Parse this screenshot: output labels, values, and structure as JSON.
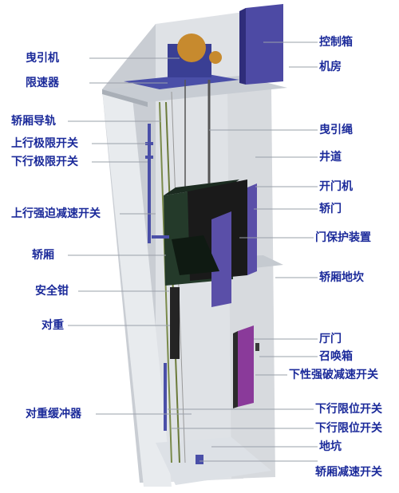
{
  "labels": {
    "traction_machine": "曳引机",
    "speed_governor": "限速器",
    "car_guide_rail": "轿厢导轨",
    "upper_final_limit_switch": "上行极限开关",
    "lower_final_limit_switch": "下行极限开关",
    "upper_forced_decel_switch": "上行强迫减速开关",
    "car": "轿厢",
    "safety_gear": "安全钳",
    "counterweight": "对重",
    "counterweight_buffer": "对重缓冲器",
    "control_cabinet": "控制箱",
    "machine_room": "机房",
    "traction_rope": "曳引绳",
    "hoistway": "井道",
    "door_operator": "开门机",
    "car_door": "轿门",
    "door_protection_device": "门保护装置",
    "car_sill": "轿厢地坎",
    "landing_door": "厅门",
    "call_box": "召唤箱",
    "lower_forced_decel_switch": "下性强破减速开关",
    "lower_limit_switch_1": "下行限位开关",
    "lower_limit_switch_2": "下行限位开关",
    "pit": "地坑",
    "car_decel_switch": "轿厢减速开关"
  },
  "colors": {
    "label_text": "#1b2a9a",
    "leader_line": "#9aa0aa",
    "shaft_wall": "#cfd3d8",
    "car_body": "#243a2a",
    "door_purple": "#5a4fa8"
  }
}
